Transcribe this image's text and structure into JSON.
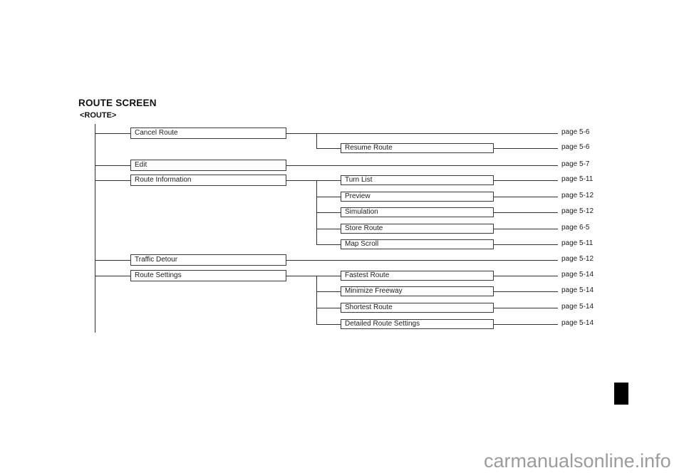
{
  "page": {
    "title": "ROUTE SCREEN",
    "subtitle": "<ROUTE>"
  },
  "tree": {
    "nodes": [
      {
        "label": "Cancel Route",
        "page": "page 5-6"
      },
      {
        "label": "Resume Route",
        "page": "page 5-6"
      },
      {
        "label": "Edit",
        "page": "page 5-7"
      },
      {
        "label": "Route Information"
      },
      {
        "label": "Turn List",
        "page": "page 5-11"
      },
      {
        "label": "Preview",
        "page": "page 5-12"
      },
      {
        "label": "Simulation",
        "page": "page 5-12"
      },
      {
        "label": "Store Route",
        "page": "page 6-5"
      },
      {
        "label": "Map Scroll",
        "page": "page 5-11"
      },
      {
        "label": "Traffic Detour",
        "page": "page 5-12"
      },
      {
        "label": "Route Settings"
      },
      {
        "label": "Fastest Route",
        "page": "page 5-14"
      },
      {
        "label": "Minimize Freeway",
        "page": "page 5-14"
      },
      {
        "label": "Shortest Route",
        "page": "page 5-14"
      },
      {
        "label": "Detailed Route Settings",
        "page": "page 5-14"
      }
    ]
  },
  "watermark": "carmanualsonline.info",
  "colors": {
    "line": "#2f2f2f",
    "box_border": "#3a3a3a",
    "text": "#1c1c1c",
    "watermark": "#9c9c9c",
    "marker": "#000000",
    "background": "#ffffff"
  }
}
